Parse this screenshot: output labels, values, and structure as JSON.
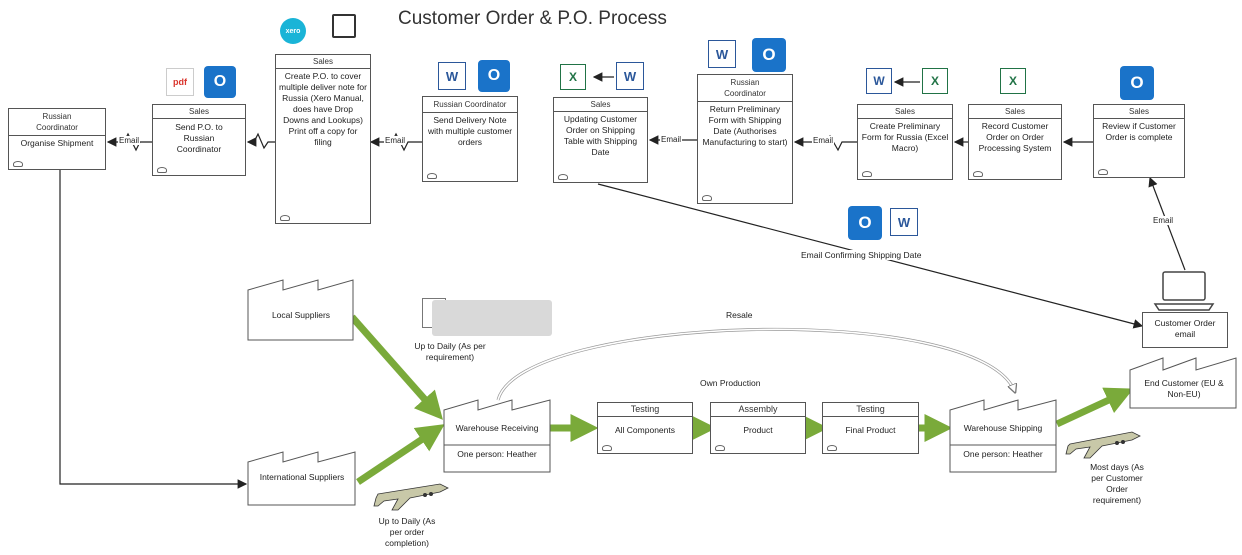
{
  "title": "Customer Order & P.O. Process",
  "edge_labels": {
    "email": "Email",
    "email_confirm": "Email Confirming Shipping Date",
    "resale": "Resale",
    "own_production": "Own Production"
  },
  "top_row": [
    {
      "header": "Russian Coordinator",
      "body": "Organise Shipment"
    },
    {
      "header": "Sales",
      "body": "Send P.O. to Russian Coordinator"
    },
    {
      "header": "Sales",
      "body": "Create P.O. to cover multiple deliver note for Russia (Xero Manual, does have Drop Downs and Lookups) Print off a copy for filing"
    },
    {
      "header": "Russian Coordinator",
      "body": "Send Delivery Note with multiple customer orders"
    },
    {
      "header": "Sales",
      "body": "Updating Customer Order on Shipping Table with Shipping Date"
    },
    {
      "header": "Russian Coordinator",
      "body": "Return Preliminary Form with Shipping Date (Authorises Manufacturing to start)"
    },
    {
      "header": "Sales",
      "body": "Create Preliminary Form for Russia (Excel Macro)"
    },
    {
      "header": "Sales",
      "body": "Record Customer Order on Order Processing System"
    },
    {
      "header": "Sales",
      "body": "Review if Customer Order is complete"
    }
  ],
  "customer_order_email": "Customer Order email",
  "local_suppliers": "Local Suppliers",
  "international_suppliers": "International Suppliers",
  "warehouse_receiving": {
    "title": "Warehouse Receiving",
    "footer": "One person: Heather"
  },
  "warehouse_shipping": {
    "title": "Warehouse Shipping",
    "footer": "One person: Heather"
  },
  "end_customer": "End Customer (EU & Non-EU)",
  "process_boxes": [
    {
      "header": "Testing",
      "body": "All Components"
    },
    {
      "header": "Assembly",
      "body": "Product"
    },
    {
      "header": "Testing",
      "body": "Final Product"
    }
  ],
  "frequency_labels": {
    "local": "Up to Daily (As per requirement)",
    "international": "Up to Daily (As per order completion)",
    "shipping": "Most days (As per Customer Order requirement)"
  },
  "app_icons": {
    "xero": "xero",
    "outlook": "O",
    "word": "W",
    "excel": "X",
    "pdf": "pdf"
  },
  "colors": {
    "flow_green": "#7aaa3a",
    "outlook_blue": "#1a73c9",
    "word_blue": "#2b579a",
    "excel_green": "#217346",
    "xero_teal": "#1ab4d7",
    "pdf_red": "#d9332b"
  }
}
